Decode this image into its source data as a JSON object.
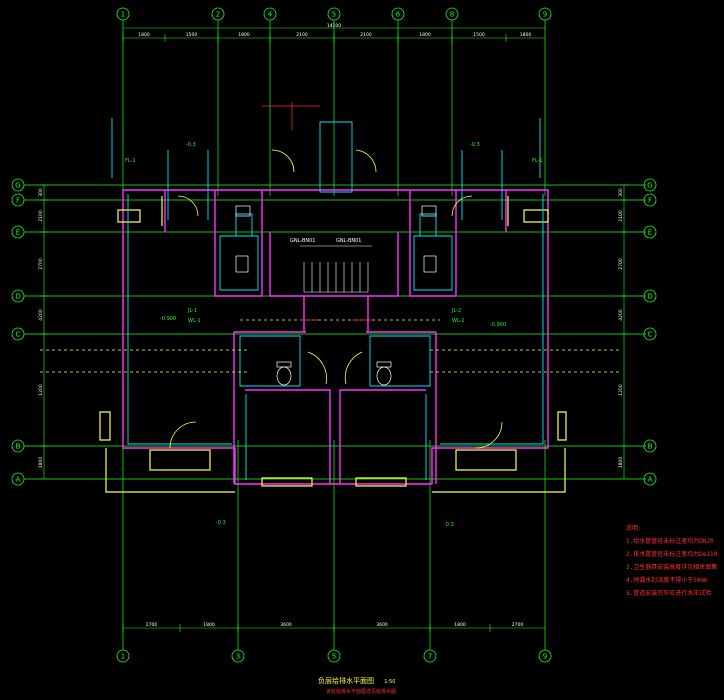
{
  "drawing": {
    "title": "负层给排水平面图",
    "scale": "1:50",
    "subtitle": "该处给排水平面图详见给排水图"
  },
  "colors": {
    "background": "#000000",
    "grid": "#19ff19",
    "wall": "#ff30ff",
    "pipe": "#00e5ff",
    "dim": "#ffffff",
    "yellow": "#ffff40",
    "notes": "#ff3030"
  },
  "grid_top": [
    "1",
    "2",
    "4",
    "5",
    "6",
    "8",
    "9"
  ],
  "grid_bottom": [
    "1",
    "3",
    "5",
    "7",
    "9"
  ],
  "grid_rows": [
    "G",
    "F",
    "E",
    "D",
    "C",
    "B",
    "A"
  ],
  "dims_top": [
    "1800",
    "1500",
    "1800",
    "2100",
    "2100",
    "1800",
    "1500",
    "1800"
  ],
  "dims_top_total": "14100",
  "dims_bottom": [
    "2700",
    "1800",
    "3600",
    "3600",
    "1800",
    "2700"
  ],
  "dims_left": [
    "300",
    "2100",
    "2700",
    "4200",
    "1200",
    "1800"
  ],
  "dims_right": [
    "300",
    "2100",
    "2700",
    "4200",
    "1200",
    "1800"
  ],
  "rooms": {
    "stair_left": "GNL-BN01",
    "stair_right": "GNL-BN01",
    "label_left": "FL-1",
    "label_right": "FL-1",
    "pipe_a": "JL-1",
    "pipe_b": "WL-1",
    "pipe_c": "JL-2",
    "pipe_d": "WL-2"
  },
  "elevations": {
    "left_upper": "-0.3",
    "right_upper": "-0.3",
    "left_lower": "-0.3",
    "right_lower": "-0.3",
    "left_mid": "-0.900",
    "right_mid": "-0.900"
  },
  "notes": {
    "title": "说明:",
    "lines": [
      "1.给水管管径未标注者均为DN20",
      "2.排水管管径未标注者均为De110",
      "3.卫生器具安装高度详见相关图集",
      "4.地漏水封深度不得小于50mm",
      "5.管道安装完毕应进行水压试验"
    ]
  }
}
